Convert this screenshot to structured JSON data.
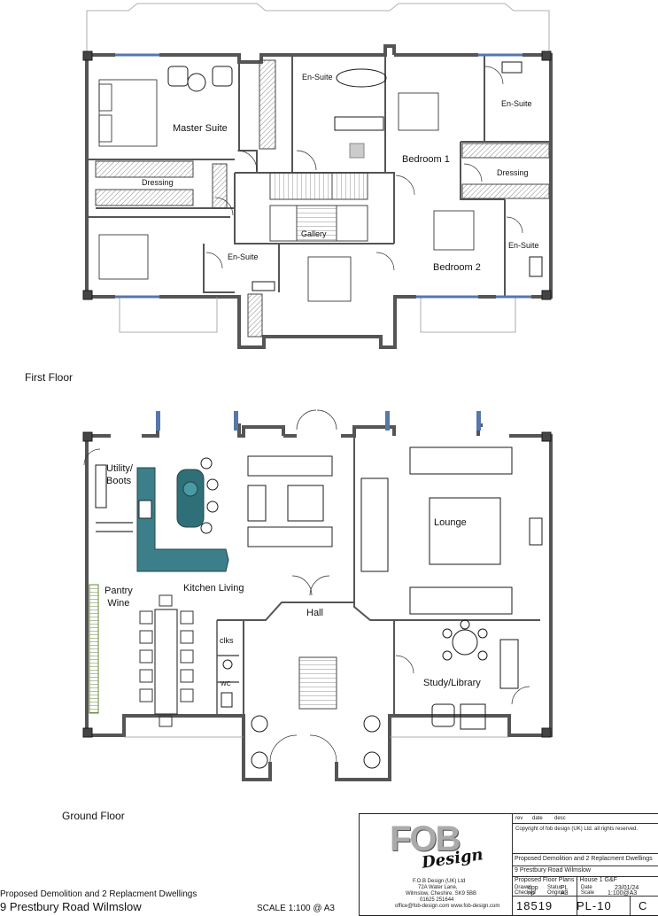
{
  "first_floor": {
    "label": "First Floor",
    "rooms": {
      "master_suite": "Master Suite",
      "en_suite_top": "En-Suite",
      "en_suite_right": "En-Suite",
      "bedroom_1": "Bedroom 1",
      "dressing_left": "Dressing",
      "dressing_right": "Dressing",
      "gallery": "Gallery",
      "en_suite_mid": "En-Suite",
      "bedroom_2": "Bedroom 2",
      "en_suite_bed2": "En-Suite"
    }
  },
  "ground_floor": {
    "label": "Ground Floor",
    "rooms": {
      "utility_boots": "Utility/\nBoots",
      "kitchen_living": "Kitchen Living",
      "lounge": "Lounge",
      "pantry_wine": "Pantry\nWine",
      "hall": "Hall",
      "clks": "clks",
      "wc": "WC",
      "study_library": "Study/Library"
    }
  },
  "footer": {
    "project_line1": "Proposed Demolition and 2 Replacment Dwellings",
    "project_line2": "9 Prestbury Road Wilmslow",
    "scale": "SCALE 1:100 @ A3"
  },
  "title_block": {
    "rev_headers": [
      "rev",
      "date",
      "desc"
    ],
    "copyright": "Copyright of fob design (UK) Ltd. all rights reserved.",
    "logo_top": "FOB",
    "logo_bottom": "Design",
    "company": [
      "F.O.B Design (UK) Ltd",
      "72A Water Lane,",
      "Wilmslow, Cheshire. SK9 5BB",
      "01625 251644",
      "office@fob-design.com  www.fob-design.com"
    ],
    "project_title": "Proposed Demolition and 2 Replacment Dwellings",
    "address": "9 Prestbury Road Wilmslow",
    "drawing_title": "Proposed Floor Plans - House 1 G&F",
    "drawn_label": "Drawn",
    "drawn_value": "dpp",
    "checked_label": "Checked",
    "checked_value": "np",
    "status_label": "Status",
    "status_value": "PL",
    "original_label": "Original",
    "original_value": "A3",
    "date_label": "Date",
    "date_value": "23/01/24",
    "scale_label": "Scale",
    "scale_value": "1:100@A3",
    "job_no": "18519",
    "drawing_no": "PL-10",
    "revision": "C"
  },
  "colors": {
    "wall": "#555555",
    "line": "#1a1a1a",
    "kitchen_island": "#2f6f78",
    "kitchen_counter": "#3c7f8a",
    "window": "#5577aa",
    "wardrobe_hatch": "#777777"
  }
}
